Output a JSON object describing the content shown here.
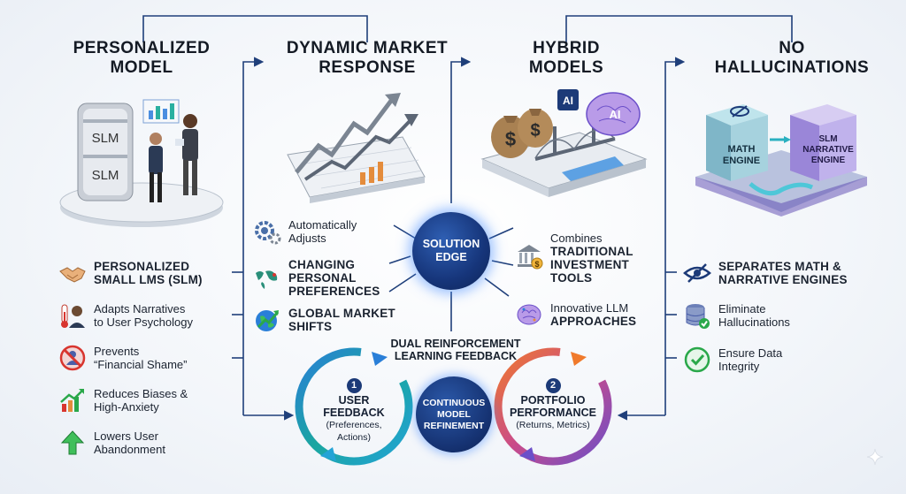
{
  "columns": [
    {
      "title": "PERSONALIZED\nMODEL"
    },
    {
      "title": "DYNAMIC MARKET\nRESPONSE"
    },
    {
      "title": "HYBRID\nMODELS"
    },
    {
      "title": "NO\nHALLUCINATIONS"
    }
  ],
  "illustrations": {
    "slm_label_1": "SLM",
    "slm_label_2": "SLM",
    "ai_chip": "AI",
    "ai_brain": "AI",
    "math_engine": "MATH\nENGINE",
    "slm_engine": "SLM\nNARRATIVE\nENGINE"
  },
  "left_items": [
    {
      "text": "PERSONALIZED\nSMALL LMs (SLM)",
      "icon": "handshake-icon"
    },
    {
      "text": "Adapts Narratives\nto User Psychology",
      "icon": "thermometer-person-icon"
    },
    {
      "text": "Prevents\n“Financial Shame”",
      "icon": "prohibited-person-icon"
    },
    {
      "text": "Reduces Biases &\nHigh-Anxiety",
      "icon": "chart-up-icon"
    },
    {
      "text": "Lowers User\nAbandonment",
      "icon": "up-arrow-icon"
    }
  ],
  "center_left_items": [
    {
      "text": "Automatically\nAdjusts",
      "icon": "gears-icon"
    },
    {
      "text": "CHANGING\nPERSONAL\nPREFERENCES",
      "icon": "world-map-icon"
    },
    {
      "text": "GLOBAL MARKET\nSHIFTS",
      "icon": "globe-arrow-icon"
    }
  ],
  "center_right_items": [
    {
      "text_top": "Combines",
      "text_caps": "TRADITIONAL\nINVESTMENT\nTOOLS",
      "icon": "bank-icon"
    },
    {
      "text_top": "Innovative LLM",
      "text_caps": "APPROACHES",
      "icon": "brain-icon"
    }
  ],
  "right_items": [
    {
      "text": "SEPARATES MATH &\nNARRATIVE ENGINES",
      "icon": "eye-slash-icon"
    },
    {
      "text": "Eliminate\nHallucinations",
      "icon": "database-check-icon"
    },
    {
      "text": "Ensure Data\nIntegrity",
      "icon": "check-circle-icon"
    }
  ],
  "center": {
    "label": "SOLUTION\nEDGE"
  },
  "feedback": {
    "title": "DUAL REINFORCEMENT\nLEARNING FEEDBACK",
    "loop1": {
      "num": "1",
      "label": "USER\nFEEDBACK",
      "sub": "(Preferences,\nActions)"
    },
    "loop2": {
      "num": "2",
      "label": "PORTFOLIO\nPERFORMANCE",
      "sub": "(Returns, Metrics)"
    },
    "center": "CONTINUOUS\nMODEL\nREFINEMENT"
  },
  "colors": {
    "line": "#1f3f7a",
    "loop_blue": "#2a7fd8",
    "loop_teal": "#1aa6a0",
    "loop_orange": "#f07a2c",
    "loop_purple": "#6b4fc9",
    "accent_green": "#2aa84a",
    "accent_red": "#d8352f"
  }
}
